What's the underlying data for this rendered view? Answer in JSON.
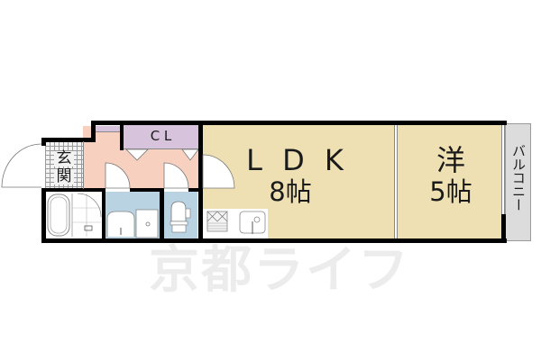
{
  "floor_plan": {
    "rooms": {
      "entrance": {
        "label_line1": "玄",
        "label_line2": "関",
        "color": "#f2f2f2"
      },
      "closet": {
        "label": "C L",
        "color": "#d8c3dc"
      },
      "hallway": {
        "color": "#f7d0c0"
      },
      "bathroom": {
        "color": "#ffffff"
      },
      "washroom": {
        "color": "#b9d3e2"
      },
      "toilet": {
        "color": "#b9d3e2"
      },
      "ldk": {
        "label_line1": "L D K",
        "label_line2": "8帖",
        "color": "#efe0b4"
      },
      "western_room": {
        "label_line1": "洋",
        "label_line2": "5帖",
        "color": "#efe0b4"
      },
      "balcony": {
        "label": "バルコニー",
        "color": "#dcdcdc"
      }
    },
    "watermark": "京都ライフ"
  }
}
